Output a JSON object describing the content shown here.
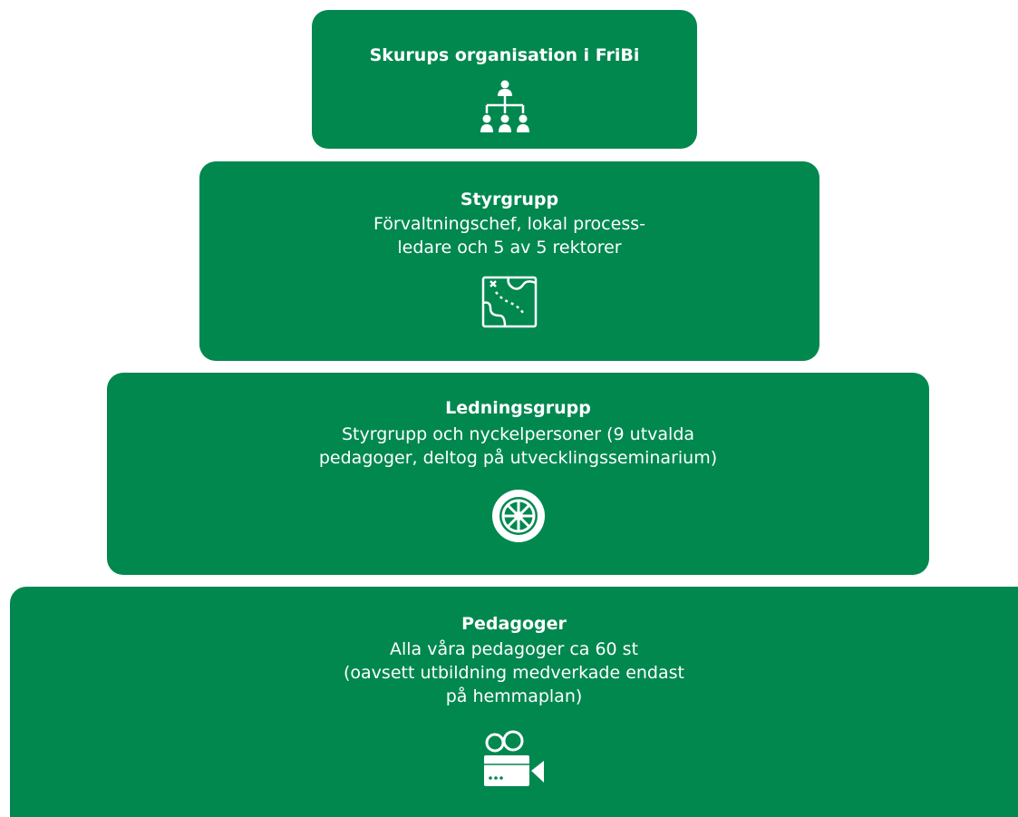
{
  "tiers": [
    {
      "title": "Skurups organisation i FriBi",
      "icon": "org-chart-icon"
    },
    {
      "title": "Styrgrupp",
      "lines": [
        "Förvaltningschef, lokal process-",
        "ledare och 5 av 5 rektorer"
      ],
      "icon": "map-icon"
    },
    {
      "title": "Ledningsgrupp",
      "lines": [
        "Styrgrupp och nyckelpersoner (9 utvalda",
        "pedagoger, deltog på utvecklingsseminarium)"
      ],
      "icon": "wheel-icon"
    },
    {
      "title": "Pedagoger",
      "lines": [
        "Alla våra pedagoger ca 60 st",
        "(oavsett utbildning medverkade endast",
        "på hemmaplan)"
      ],
      "icon": "film-camera-icon"
    }
  ],
  "colors": {
    "box": "#00884f",
    "text": "#ffffff"
  }
}
